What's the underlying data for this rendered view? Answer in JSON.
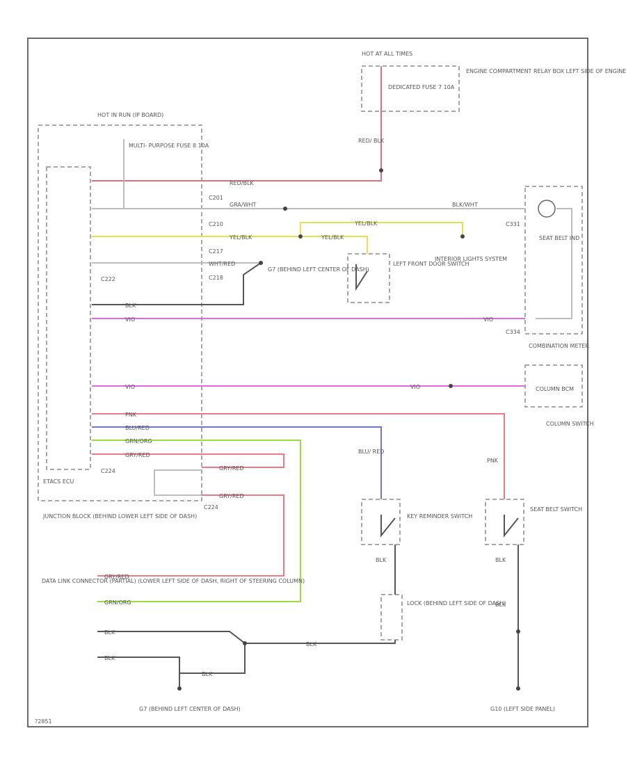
{
  "diagram": {
    "colors": {
      "red": "#e06c7c",
      "gray": "#bdbdbd",
      "yellow": "#e0e34c",
      "black": "#555555",
      "violet": "#e366e6",
      "pink": "#f07884",
      "blue_red": "#7070e0",
      "green": "#9bdc40",
      "frame": "#6a6a6a"
    },
    "labels": {
      "hot_at_all_times": "HOT AT ALL TIMES",
      "dedicated_fuse": "DEDICATED FUSE 7 10A",
      "engine_relay_box": "ENGINE COMPARTMENT RELAY BOX LEFT SIDE OF ENGINE COMPT.",
      "red_blk_top": "RED/ BLK",
      "hot_in_run": "HOT IN RUN (IP BOARD)",
      "multi_fuse": "MULTI- PURPOSE FUSE 8 10A",
      "wire_red_blk": "RED/BLK",
      "wire_gra_wht": "GRA/WHT",
      "wire_blk_wht": "BLK/WHT",
      "wire_yel_blk_1": "YEL/BLK",
      "wire_yel_blk_2": "YEL/BLK",
      "wire_yel_blk_3": "YEL/BLK",
      "wire_wht_red": "WHT/RED",
      "wire_blk_1": "BLK",
      "wire_vio_1": "VIO",
      "wire_vio_2": "VIO",
      "wire_vio_3": "VIO",
      "wire_vio_4": "VIO",
      "wire_pnk": "PNK",
      "wire_blu_red": "BLU/RED",
      "wire_grn_org": "GRN/ORG",
      "wire_gry_red_1": "GRY/RED",
      "wire_gry_red_2": "GRY/RED",
      "wire_gry_red_3": "GRY/RED",
      "wire_gry_red_4": "GRY/RED",
      "wire_grn_org_2": "GRN/ORG",
      "wire_blk_2": "BLK",
      "wire_blk_3": "BLK",
      "wire_blk_4": "BLK",
      "wire_blk_5": "BLK",
      "c201": "C201",
      "c210": "C210",
      "c217": "C217",
      "c218": "C218",
      "c222": "C222",
      "c224a": "C224",
      "c224b": "C224",
      "c331": "C331",
      "c334": "C334",
      "g7_top": "G7 (BEHIND LEFT CENTER OF DASH)",
      "left_front_door": "LEFT FRONT DOOR SWITCH",
      "interior_lights": "INTERIOR LIGHTS SYSTEM",
      "seat_belt_ind": "SEAT BELT IND",
      "combination_meter": "COMBINATION METER",
      "column_bcm": "COLUMN BCM",
      "column_switch": "COLUMN SWITCH",
      "etacs_ecu": "ETACS ECU",
      "junction_block": "JUNCTION BLOCK (BEHIND LOWER LEFT SIDE OF DASH)",
      "blu_red_upper": "BLU/ RED",
      "pnk_upper": "PNK",
      "key_reminder": "KEY REMINDER SWITCH",
      "seat_belt_switch": "SEAT BELT SWITCH",
      "blk_lower_1": "BLK",
      "blk_lower_2": "BLK",
      "blk_lower_3": "BLK",
      "lock_switch": "LOCK (BEHIND LEFT SIDE OF DASH)",
      "data_link": "DATA LINK CONNECTOR (PARTIAL) (LOWER LEFT SIDE OF DASH, RIGHT OF STEERING COLUMN)",
      "g7_bottom": "G7 (BEHIND LEFT CENTER OF DASH)",
      "g10_bottom": "G10 (LEFT SIDE PANEL)",
      "fig_code": "?2851"
    }
  }
}
